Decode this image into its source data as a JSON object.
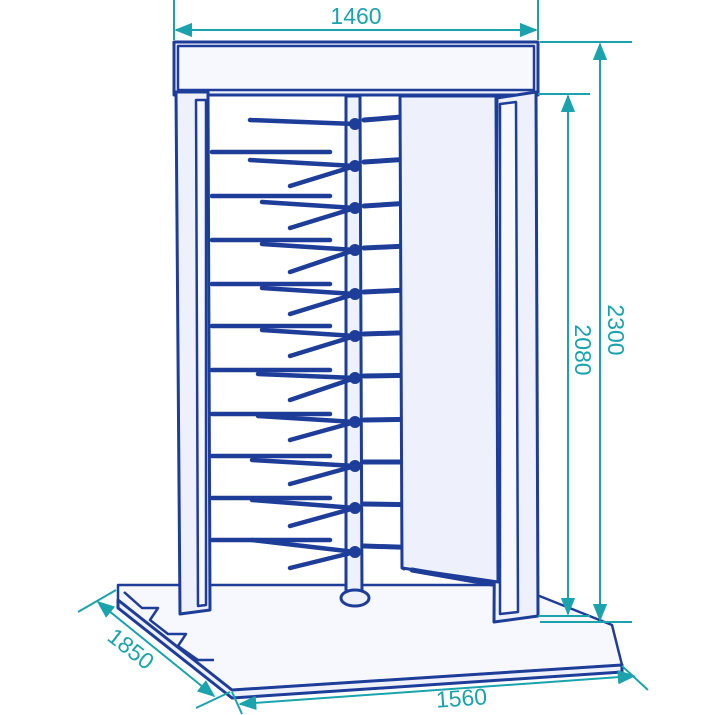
{
  "dimensions": {
    "top_width": "1460",
    "total_height": "2300",
    "passage_height": "2080",
    "base_depth": "1850",
    "base_width": "1560"
  },
  "colors": {
    "dimension": "#1aa3ad",
    "outline": "#1d3d99",
    "fill": "#eef1fb"
  }
}
